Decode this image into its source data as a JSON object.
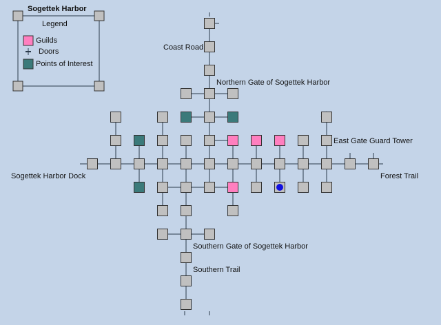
{
  "map": {
    "title": "Sogettek Harbor",
    "colors": {
      "background": "#c4d4e8",
      "room": "#c0c0c0",
      "guild": "#ff7fbf",
      "poi": "#3b7a7a",
      "player": "#1010e0",
      "line": "#2a3a4a"
    }
  },
  "legend": {
    "title": "Legend",
    "items": [
      {
        "label": "Guilds",
        "type": "guild",
        "icon": "pink-square-icon"
      },
      {
        "label": "Doors",
        "type": "door",
        "icon": "door-icon"
      },
      {
        "label": "Points of Interest",
        "type": "poi",
        "icon": "teal-square-icon"
      }
    ]
  },
  "places": {
    "coast_road": "Coast Road",
    "northern_gate": "Northern Gate of Sogettek Harbor",
    "east_gate_tower": "East Gate Guard Tower",
    "dock": "Sogettek Harbor Dock",
    "forest_trail": "Forest Trail",
    "southern_gate": "Southern Gate of Sogettek Harbor",
    "southern_trail": "Southern Trail"
  }
}
